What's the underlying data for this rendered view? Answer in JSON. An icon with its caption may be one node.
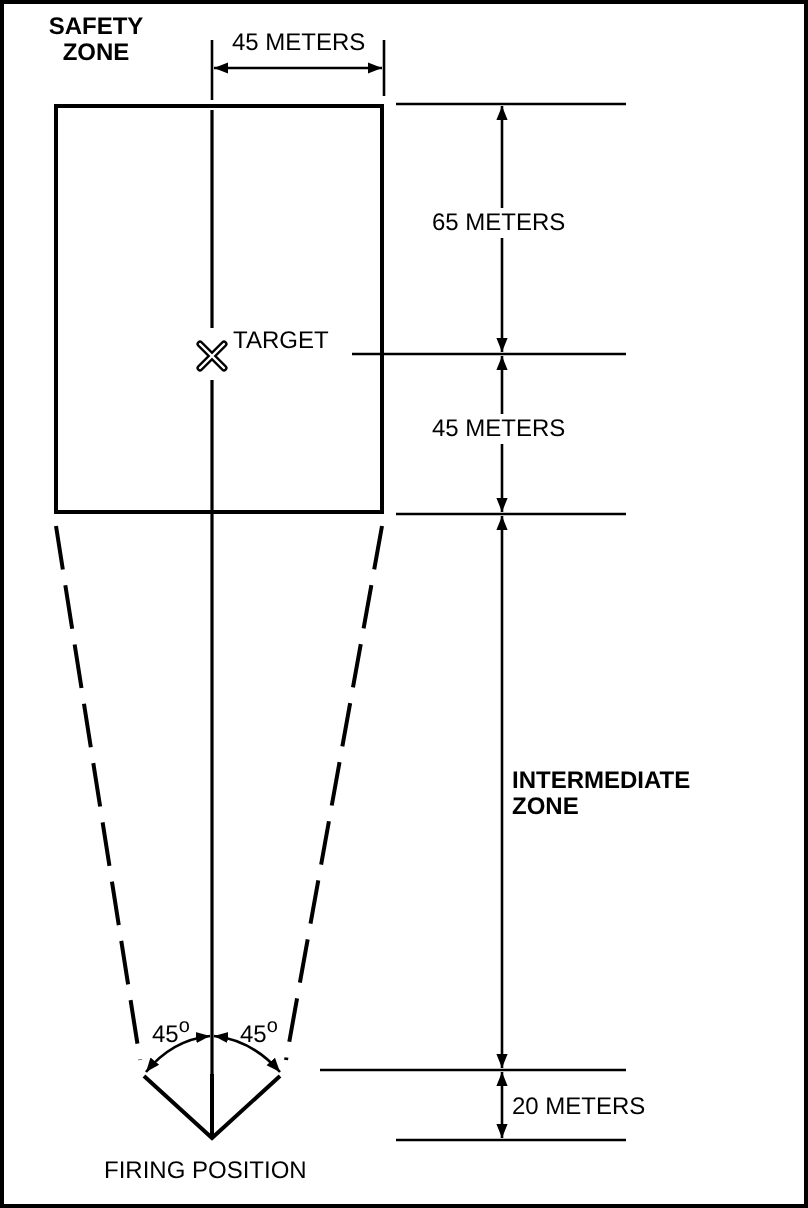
{
  "diagram": {
    "nodes": [
      {
        "text": [
          "SAFETY ZONE"
        ]
      },
      {
        "text": [
          "TARGET"
        ],
        "in": 0
      },
      {
        "text": [
          "FIRING POSITION"
        ]
      }
    ],
    "edges": [
      {
        "from": 2,
        "to": 1,
        "arrow": "none"
      }
    ],
    "labels": [
      "45 METERS",
      "65 METERS",
      "45 METERS",
      "INTERMEDIATE ZONE",
      "45$^{o}$",
      "45$^{o}$",
      "20 METERS"
    ]
  }
}
